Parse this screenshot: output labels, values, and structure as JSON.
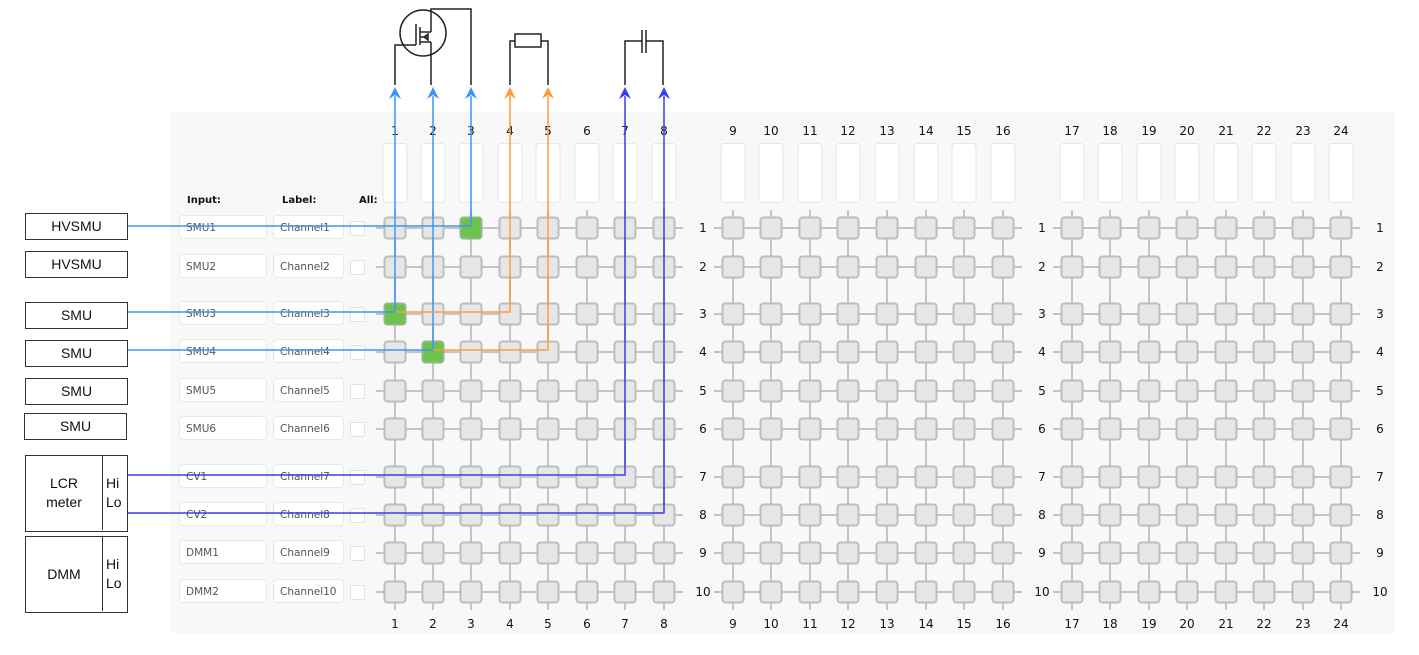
{
  "components": {
    "mosfet": "mosfet-symbol",
    "resistor": "resistor-symbol",
    "capacitor": "capacitor-symbol"
  },
  "headers": {
    "input": "Input:",
    "label": "Label:",
    "all": "All:"
  },
  "columns": [
    "1",
    "2",
    "3",
    "4",
    "5",
    "6",
    "7",
    "8",
    "9",
    "10",
    "11",
    "12",
    "13",
    "14",
    "15",
    "16",
    "17",
    "18",
    "19",
    "20",
    "21",
    "22",
    "23",
    "24"
  ],
  "rows": [
    {
      "num": "1",
      "input": "SMU1",
      "label": "Channel1"
    },
    {
      "num": "2",
      "input": "SMU2",
      "label": "Channel2"
    },
    {
      "num": "3",
      "input": "SMU3",
      "label": "Channel3"
    },
    {
      "num": "4",
      "input": "SMU4",
      "label": "Channel4"
    },
    {
      "num": "5",
      "input": "SMU5",
      "label": "Channel5"
    },
    {
      "num": "6",
      "input": "SMU6",
      "label": "Channel6"
    },
    {
      "num": "7",
      "input": "CV1",
      "label": "Channel7"
    },
    {
      "num": "8",
      "input": "CV2",
      "label": "Channel8"
    },
    {
      "num": "9",
      "input": "DMM1",
      "label": "Channel9"
    },
    {
      "num": "10",
      "input": "DMM2",
      "label": "Channel10"
    }
  ],
  "instruments": [
    {
      "name": "HVSMU"
    },
    {
      "name": "HVSMU"
    },
    {
      "name": "SMU"
    },
    {
      "name": "SMU"
    },
    {
      "name": "SMU"
    },
    {
      "name": "SMU"
    }
  ],
  "lcr": {
    "name": "LCR meter",
    "hi": "Hi",
    "lo": "Lo"
  },
  "dmm": {
    "name": "DMM",
    "hi": "Hi",
    "lo": "Lo"
  },
  "closed_crosspoints": [
    {
      "row": 1,
      "col": 3
    },
    {
      "row": 3,
      "col": 1
    },
    {
      "row": 4,
      "col": 2
    }
  ],
  "connections": [
    {
      "from_row": 1,
      "to_col": 3,
      "color": "#3a96f5"
    },
    {
      "from_row": 3,
      "to_col": 1,
      "color": "#3a96f5"
    },
    {
      "from_row": 4,
      "to_col": 2,
      "color": "#3a96f5"
    },
    {
      "from_row": 3,
      "to_col": 4,
      "color": "#ff9a3c",
      "from_col": 1
    },
    {
      "from_row": 4,
      "to_col": 5,
      "color": "#ff9a3c",
      "from_col": 2
    },
    {
      "from_row": 7,
      "to_col": 7,
      "color": "#3a3af5"
    },
    {
      "from_row": 8,
      "to_col": 8,
      "color": "#3a3af5"
    }
  ],
  "colors": {
    "closed": "#6cc24a",
    "cell": "#e6e6e6",
    "panel": "#f8f8f8"
  }
}
